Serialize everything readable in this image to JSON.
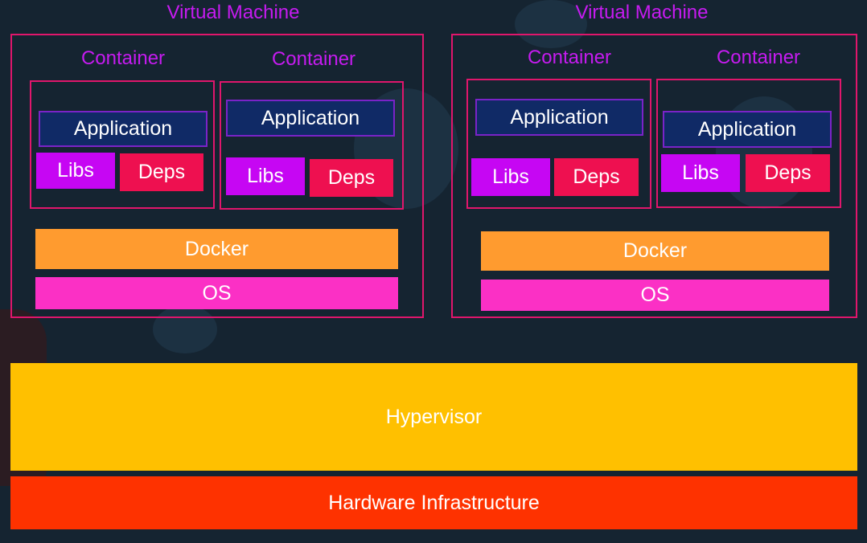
{
  "colors": {
    "background": "#152431",
    "frame_border": "#e0166c",
    "title_text": "#c61bf0",
    "application": "#102a66",
    "libs": "#c606f3",
    "deps": "#ee1050",
    "docker": "#ff9b2f",
    "os": "#fb30c5",
    "hypervisor": "#ffc000",
    "hardware": "#fe3200"
  },
  "vms": [
    {
      "title": "Virtual Machine",
      "containers": [
        {
          "title": "Container",
          "application": "Application",
          "libs": "Libs",
          "deps": "Deps"
        },
        {
          "title": "Container",
          "application": "Application",
          "libs": "Libs",
          "deps": "Deps"
        }
      ],
      "docker": "Docker",
      "os": "OS"
    },
    {
      "title": "Virtual Machine",
      "containers": [
        {
          "title": "Container",
          "application": "Application",
          "libs": "Libs",
          "deps": "Deps"
        },
        {
          "title": "Container",
          "application": "Application",
          "libs": "Libs",
          "deps": "Deps"
        }
      ],
      "docker": "Docker",
      "os": "OS"
    }
  ],
  "hypervisor": "Hypervisor",
  "hardware": "Hardware Infrastructure"
}
